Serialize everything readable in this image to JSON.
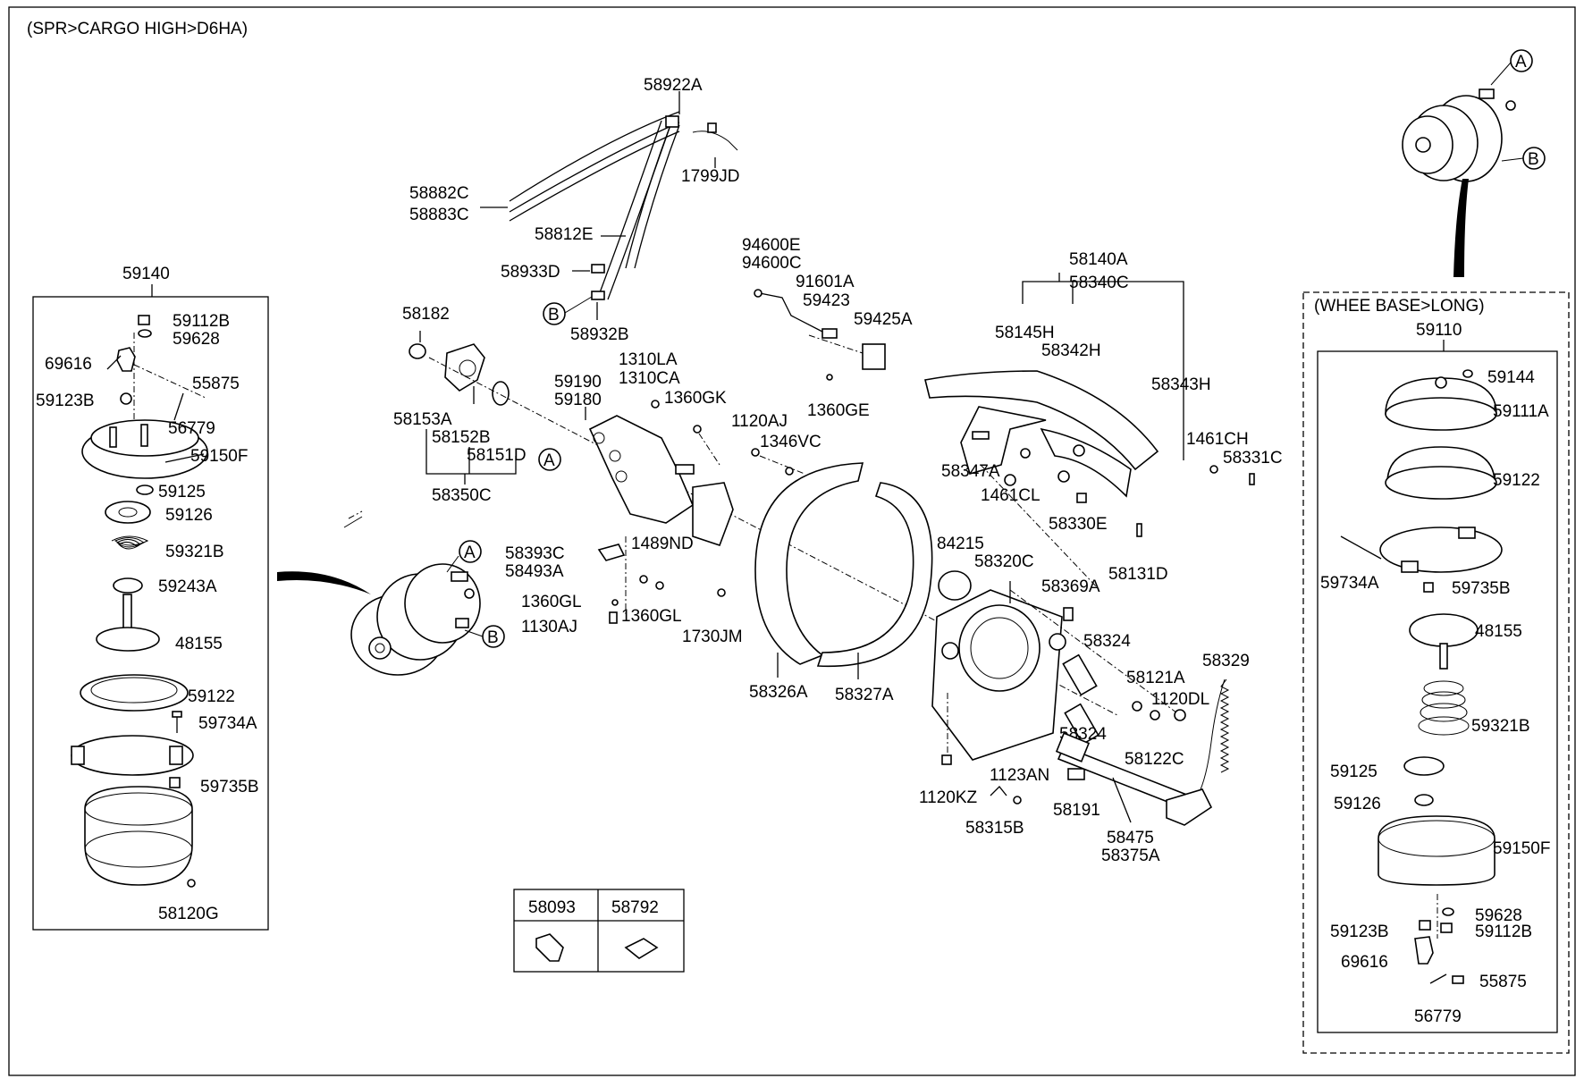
{
  "header": {
    "title": "(SPR>CARGO HIGH>D6HA)"
  },
  "left_box": {
    "title": "59140"
  },
  "right_box": {
    "outer_title": "(WHEE BASE>LONG)",
    "inner_title": "59110"
  },
  "callouts": {
    "a": "A",
    "b": "B"
  },
  "legend_table": {
    "col1": "58093",
    "col2": "58792"
  },
  "labels": {
    "l59112B_a": "59112B",
    "l59628_a": "59628",
    "l69616_a": "69616",
    "l55875_a": "55875",
    "l59123B_a": "59123B",
    "l56779_a": "56779",
    "l59150F_a": "59150F",
    "l59125_a": "59125",
    "l59126_a": "59126",
    "l59321B_a": "59321B",
    "l59243A": "59243A",
    "l48155_a": "48155",
    "l59122_a": "59122",
    "l59734A_a": "59734A",
    "l59735B_a": "59735B",
    "l58120G": "58120G",
    "l58922A": "58922A",
    "l1799JD": "1799JD",
    "l58882C": "58882C",
    "l58883C": "58883C",
    "l58812E": "58812E",
    "l58933D": "58933D",
    "l58932B": "58932B",
    "l58182": "58182",
    "l58153A": "58153A",
    "l58152B": "58152B",
    "l58151D": "58151D",
    "l58350C": "58350C",
    "l1310LA": "1310LA",
    "l1310CA": "1310CA",
    "l59190": "59190",
    "l59180": "59180",
    "l1360GK": "1360GK",
    "l94600E": "94600E",
    "l94600C": "94600C",
    "l91601A": "91601A",
    "l59423": "59423",
    "l59425A": "59425A",
    "l1360GE": "1360GE",
    "l1120AJ": "1120AJ",
    "l1346VC": "1346VC",
    "l58393C": "58393C",
    "l58493A": "58493A",
    "l1489ND": "1489ND",
    "l1360GL_a": "1360GL",
    "l1360GL_b": "1360GL",
    "l1130AJ": "1130AJ",
    "l1730JM": "1730JM",
    "l58326A": "58326A",
    "l58327A": "58327A",
    "l84215": "84215",
    "l58140A": "58140A",
    "l58340C": "58340C",
    "l58145H": "58145H",
    "l58342H": "58342H",
    "l58343H": "58343H",
    "l1461CH": "1461CH",
    "l58331C": "58331C",
    "l58347A": "58347A",
    "l1461CL": "1461CL",
    "l58330E": "58330E",
    "l58131D": "58131D",
    "l58320C": "58320C",
    "l58369A": "58369A",
    "l58324_a": "58324",
    "l58324_b": "58324",
    "l58121A": "58121A",
    "l1120DL": "1120DL",
    "l58122C": "58122C",
    "l58329": "58329",
    "l1120KZ": "1120KZ",
    "l1123AN": "1123AN",
    "l58191": "58191",
    "l58315B": "58315B",
    "l58475": "58475",
    "l58375A": "58375A",
    "r59144": "59144",
    "r59111A": "59111A",
    "r59122": "59122",
    "r59734A": "59734A",
    "r59735B": "59735B",
    "r48155": "48155",
    "r59321B": "59321B",
    "r59125": "59125",
    "r59126": "59126",
    "r59150F": "59150F",
    "r59628": "59628",
    "r59123B": "59123B",
    "r59112B": "59112B",
    "r69616": "69616",
    "r55875": "55875",
    "r56779": "56779"
  }
}
